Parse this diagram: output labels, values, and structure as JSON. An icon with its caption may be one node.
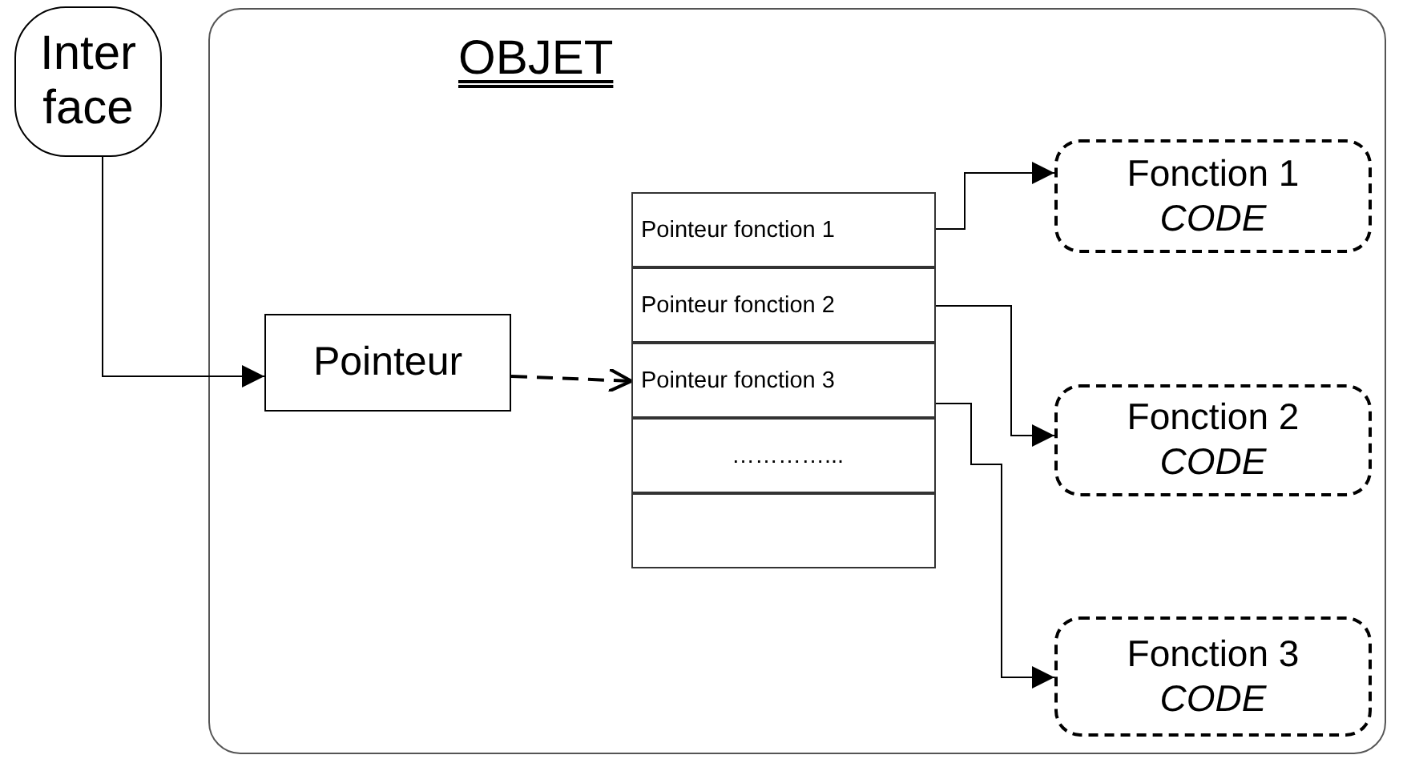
{
  "diagram": {
    "nodes": [
      {
        "text": [
          "Inter face"
        ]
      },
      {
        "text": [
          "OBJET"
        ]
      },
      {
        "text": [
          "Pointeur"
        ],
        "in": 1
      },
      {
        "text": [
          "Pointeur fonction 1"
        ],
        "in": 1
      },
      {
        "text": [
          "Pointeur fonction 2"
        ],
        "in": 1
      },
      {
        "text": [
          "Pointeur fonction 3"
        ],
        "in": 1
      },
      {
        "text": [
          "…………..."
        ],
        "in": 1
      },
      {
        "text": [],
        "shape": "box",
        "in": 1
      },
      {
        "text": [
          "Fonction 1",
          "CODE"
        ],
        "in": 1
      },
      {
        "text": [
          "Fonction 2",
          "CODE"
        ],
        "in": 1
      },
      {
        "text": [
          "Fonction 3",
          "CODE"
        ],
        "in": 1
      }
    ],
    "edges": [
      {
        "from": 0,
        "to": 2,
        "arrow": "to"
      },
      {
        "from": 2,
        "to": 5,
        "arrow": "to",
        "style": "dashed"
      },
      {
        "from": 3,
        "to": 8,
        "arrow": "to"
      },
      {
        "from": 4,
        "to": 9,
        "arrow": "to"
      },
      {
        "from": 5,
        "to": 10,
        "arrow": "to"
      }
    ]
  }
}
